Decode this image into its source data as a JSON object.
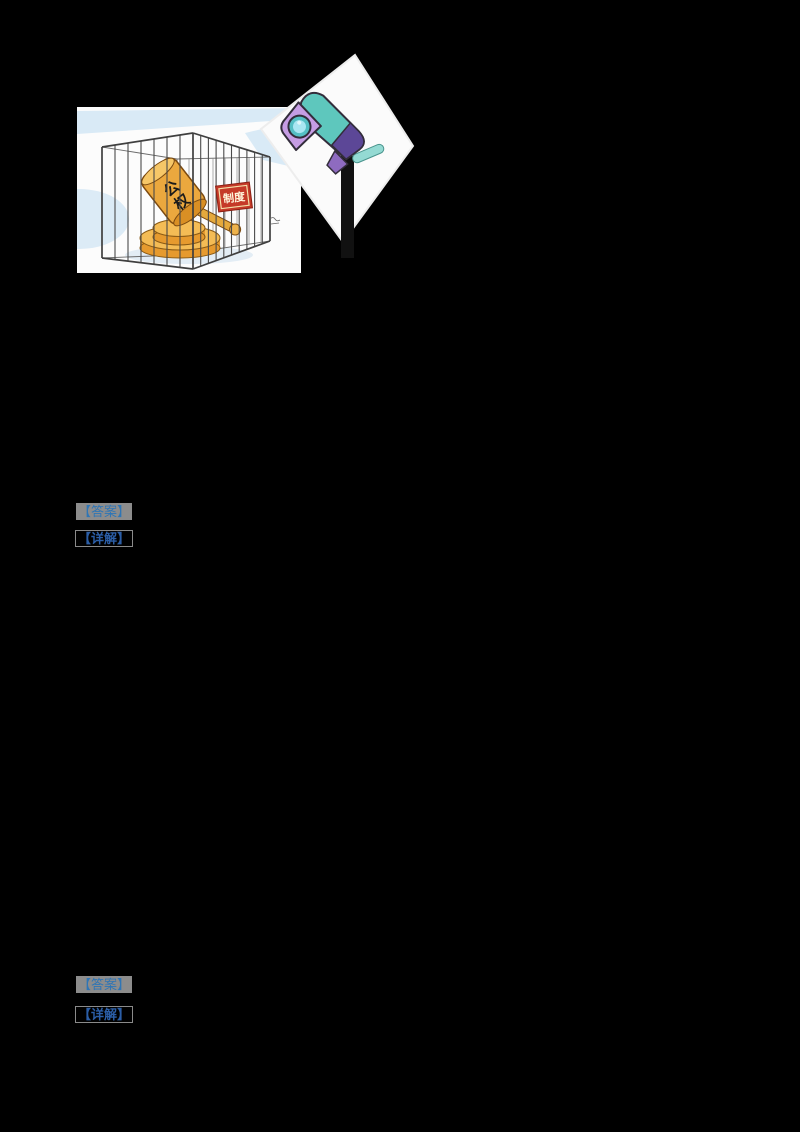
{
  "page": {
    "background_color": "#000000"
  },
  "illustrations": {
    "cage": {
      "description": "Cartoon of a wooden gavel (public power) locked inside a barred cage labelled with a red sign (institution)",
      "gavel_text": "公权",
      "gavel_text_chars": [
        "公",
        "权"
      ],
      "sign_text": "制度",
      "colors": {
        "wood": "#EBA83E",
        "wood_dark": "#D98F24",
        "sign_red": "#C53A28",
        "sign_border": "#F3DFA8",
        "sky_blue": "#D9EAF6",
        "bars_gray": "#4A4A4A"
      }
    },
    "camera": {
      "description": "Cartoon surveillance camera on a tilted white card",
      "colors": {
        "housing_teal": "#5EC7BD",
        "front_purple": "#C69DE4",
        "shade_dark_purple": "#5C4797",
        "lens_teal": "#54BFC4",
        "lens_core": "#A9E6F2",
        "arm_teal": "#94DAD3",
        "stem_black": "#111111",
        "card_white": "#FBFBFB"
      }
    }
  },
  "qa_blocks": [
    {
      "answer_label": "【答案】",
      "detail_label": "【详解】"
    },
    {
      "answer_label": "【答案】",
      "detail_label": "【详解】"
    }
  ],
  "text_colors": {
    "answer_blue": "#2E75B6",
    "detail_blue": "#2B5EA7",
    "field_shading_gray": "#8C8C8C"
  }
}
